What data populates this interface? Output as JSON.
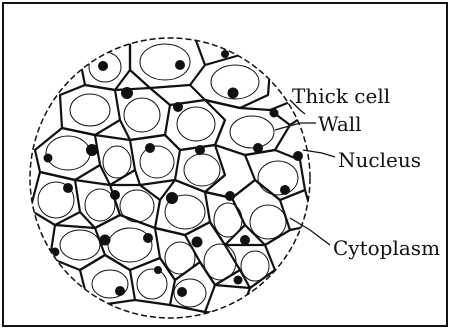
{
  "labels": {
    "thick_cell": "Thick cell",
    "wall": "Wall",
    "nucleus": "Nucleus",
    "cytoplasm": "Cytoplasm"
  },
  "colors": {
    "ink": "#111111",
    "background": "#ffffff"
  }
}
